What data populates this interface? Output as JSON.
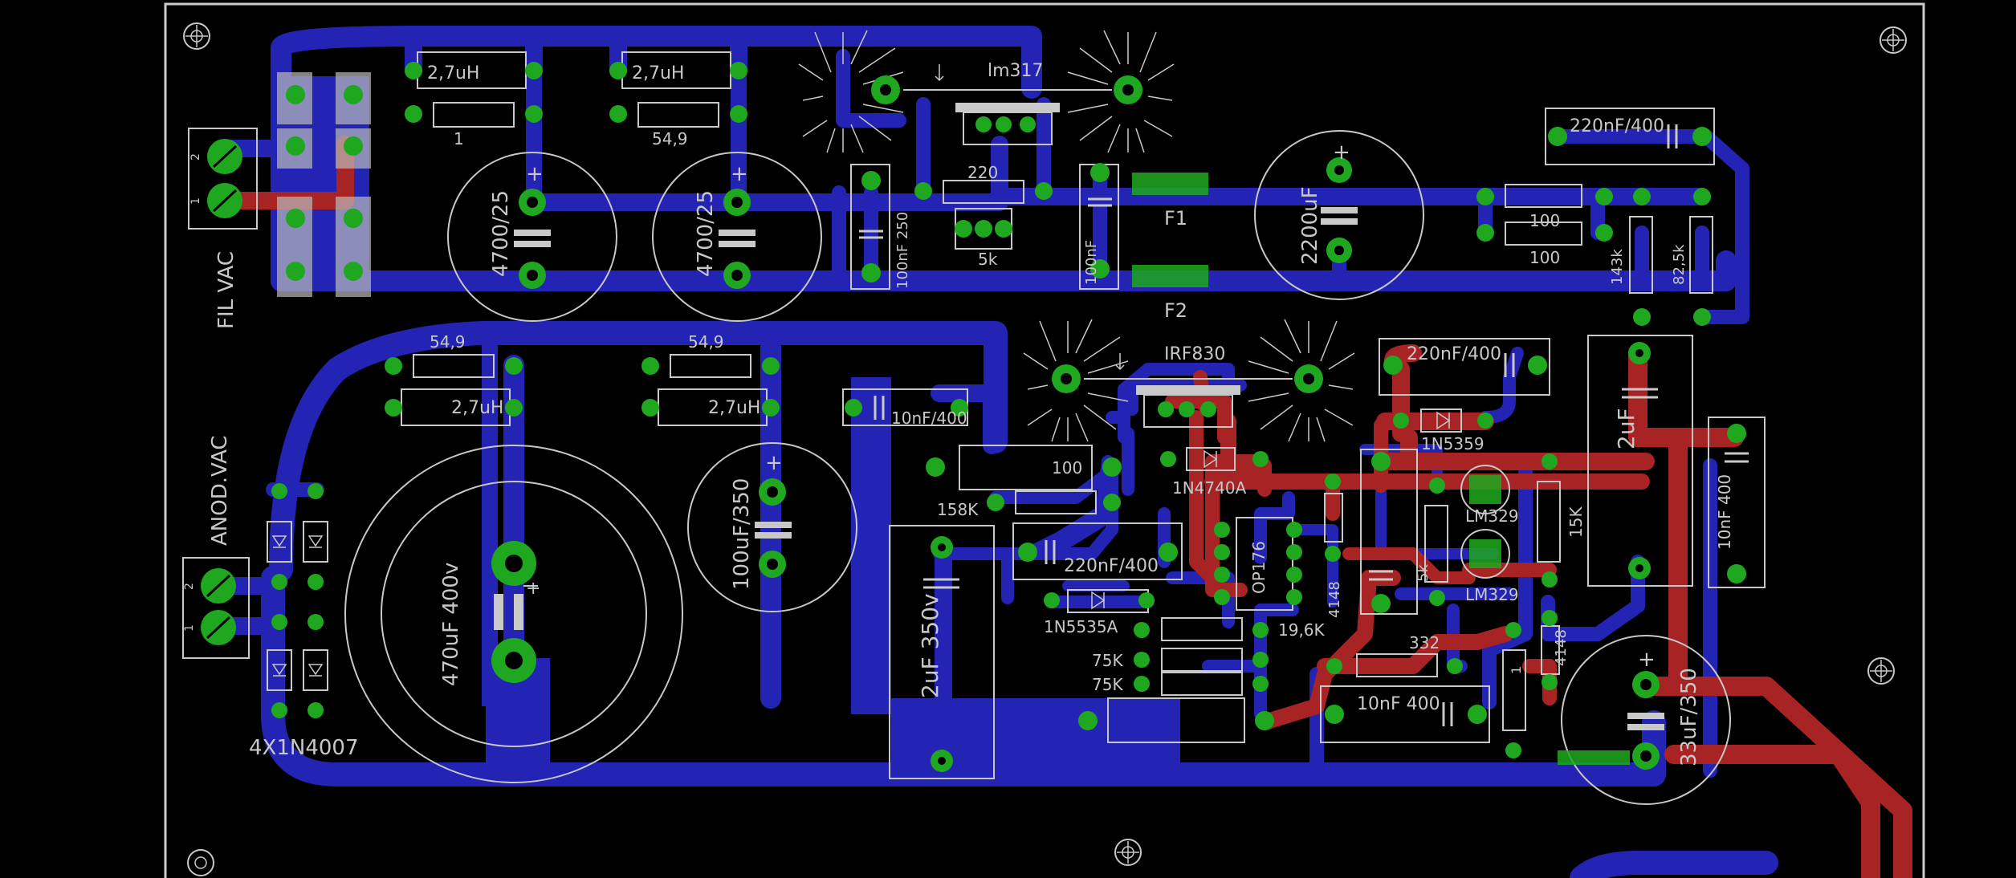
{
  "board": {
    "bg_color": "#000000",
    "outline_color": "#cccccc",
    "bottom_copper_color": "#2323b4",
    "top_copper_color": "#a82424",
    "pad_color": "#1fa81f",
    "silk_color": "#c8c8c8"
  },
  "labels": {
    "fil_vac": "FIL VAC",
    "anod_vac": "ANOD.VAC",
    "bridge": "4X1N4007",
    "l1": "2,7uH",
    "l2": "2,7uH",
    "l3": "2,7uH",
    "l4": "2,7uH",
    "r1": "1",
    "r2": "54,9",
    "r3": "54,9",
    "r4": "54,9",
    "c_4700a": "4700/25",
    "c_4700b": "4700/25",
    "lm317": "lm317",
    "r220": "220",
    "pot5k": "5k",
    "c100nf250": "100nF 250",
    "c100nf": "100nF",
    "f1": "F1",
    "f2": "F2",
    "c2200": "2200uF",
    "c220nf400a": "220nF/400",
    "r100a": "100",
    "r100b": "100",
    "r143k": "143k",
    "r82k": "82,5k",
    "c470": "470uF 400v",
    "c100uf350": "100uF/350",
    "c10nf400a": "10nF/400",
    "irf830": "IRF830",
    "r100c": "100",
    "r158k": "158K",
    "c2uf350": "2uF 350v",
    "c220nf400b": "220nF/400",
    "d1n5535": "1N5535A",
    "r75ka": "75K",
    "r75kb": "75K",
    "d1n4740": "1N4740A",
    "op176": "OP176",
    "r19k": "19,6K",
    "c220nf400c": "220nF/400",
    "d1n5359": "1N5359",
    "lm329a": "LM329",
    "lm329b": "LM329",
    "r15k": "15K",
    "d4148a": "4148",
    "r5k": "5k",
    "r332": "332",
    "c10nf400b": "10nF 400",
    "d4148b": "4148",
    "c2uf": "2uF",
    "c10nf400c": "10nF 400",
    "c33uf": "33uF/350",
    "j_pin1": "1",
    "j_pin2": "2",
    "j2_pin1": "1",
    "j2_pin2": "2"
  }
}
